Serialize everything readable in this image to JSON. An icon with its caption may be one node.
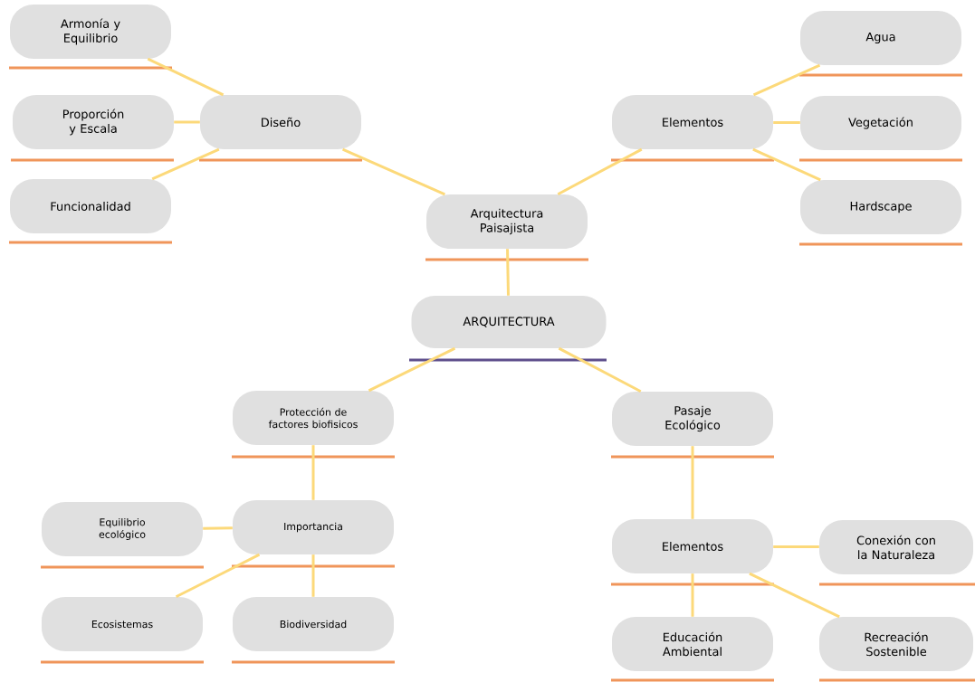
{
  "diagram": {
    "nodes": [
      {
        "text": [
          "ARQUITECTURA"
        ]
      },
      {
        "text": [
          "Arquitectura Paisajista"
        ]
      },
      {
        "text": [
          "Diseño"
        ]
      },
      {
        "text": [
          "Armonía y Equilibrio"
        ]
      },
      {
        "text": [
          "Proporción y Escala"
        ]
      },
      {
        "text": [
          "Funcionalidad"
        ]
      },
      {
        "text": [
          "Elementos"
        ]
      },
      {
        "text": [
          "Agua"
        ]
      },
      {
        "text": [
          "Vegetación"
        ]
      },
      {
        "text": [
          "Hardscape"
        ]
      },
      {
        "text": [
          "Protección de factores biofisicos"
        ]
      },
      {
        "text": [
          "Pasaje Ecológico"
        ]
      },
      {
        "text": [
          "Importancia"
        ]
      },
      {
        "text": [
          "Equilibrio ecológico"
        ]
      },
      {
        "text": [
          "Ecosistemas"
        ]
      },
      {
        "text": [
          "Biodiversidad"
        ]
      },
      {
        "text": [
          "Elementos"
        ]
      },
      {
        "text": [
          "Conexión con la Naturaleza"
        ]
      },
      {
        "text": [
          "Educación Ambiental"
        ]
      },
      {
        "text": [
          "Recreación Sostenible"
        ]
      }
    ],
    "edges": [
      {
        "from": 1,
        "to": 0,
        "arrow": "none"
      },
      {
        "from": 1,
        "to": 2,
        "arrow": "none"
      },
      {
        "from": 1,
        "to": 6,
        "arrow": "none"
      },
      {
        "from": 2,
        "to": 3,
        "arrow": "none"
      },
      {
        "from": 2,
        "to": 4,
        "arrow": "none"
      },
      {
        "from": 2,
        "to": 5,
        "arrow": "none"
      },
      {
        "from": 6,
        "to": 7,
        "arrow": "none"
      },
      {
        "from": 6,
        "to": 8,
        "arrow": "none"
      },
      {
        "from": 6,
        "to": 9,
        "arrow": "none"
      },
      {
        "from": 0,
        "to": 10,
        "arrow": "none"
      },
      {
        "from": 0,
        "to": 11,
        "arrow": "none"
      },
      {
        "from": 10,
        "to": 12,
        "arrow": "none"
      },
      {
        "from": 12,
        "to": 13,
        "arrow": "none"
      },
      {
        "from": 12,
        "to": 14,
        "arrow": "none"
      },
      {
        "from": 12,
        "to": 15,
        "arrow": "none"
      },
      {
        "from": 11,
        "to": 16,
        "arrow": "none"
      },
      {
        "from": 16,
        "to": 17,
        "arrow": "none"
      },
      {
        "from": 16,
        "to": 18,
        "arrow": "none"
      },
      {
        "from": 16,
        "to": 19,
        "arrow": "none"
      }
    ]
  }
}
